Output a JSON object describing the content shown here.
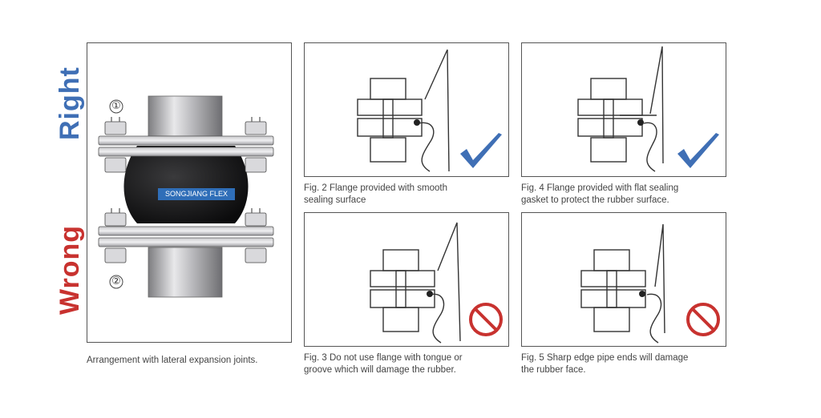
{
  "labels": {
    "right": "Right",
    "wrong": "Wrong"
  },
  "colors": {
    "right": "#3f6fb5",
    "wrong": "#c8322f",
    "check": "#3f6fb5",
    "prohibit": "#c8322f",
    "brand_tag": "#2f6eb8"
  },
  "main_figure": {
    "brand_tag": "SONGJIANG FLEX",
    "marker_1": "①",
    "marker_2": "②",
    "caption": "Arrangement with lateral expansion joints."
  },
  "figures": [
    {
      "id": "fig2",
      "caption_line1": "Fig. 2 Flange provided with smooth",
      "caption_line2": "sealing surface",
      "status": "check-icon"
    },
    {
      "id": "fig4",
      "caption_line1": "Fig. 4 Flange provided with flat sealing",
      "caption_line2": "gasket to protect the rubber surface.",
      "status": "check-icon"
    },
    {
      "id": "fig3",
      "caption_line1": "Fig. 3 Do not use flange with tongue or",
      "caption_line2": "groove which will damage the rubber.",
      "status": "prohibit-icon"
    },
    {
      "id": "fig5",
      "caption_line1": "Fig. 5 Sharp edge pipe ends will damage",
      "caption_line2": "the rubber face.",
      "status": "prohibit-icon"
    }
  ]
}
